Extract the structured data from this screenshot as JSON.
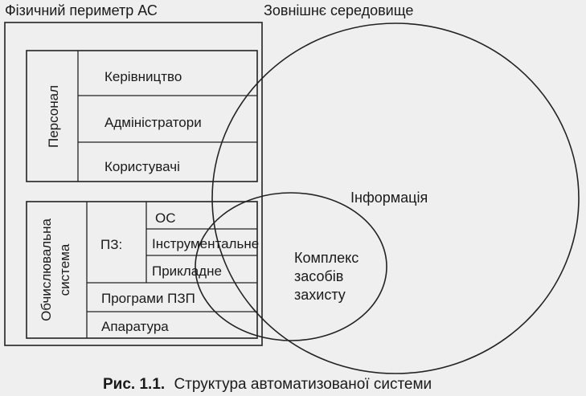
{
  "labels": {
    "physical_perimeter": "Фізичний периметр АС",
    "external_environment": "Зовнішнє середовище",
    "personnel": "Персонал",
    "management": "Керівництво",
    "administrators": "Адміністратори",
    "users": "Користувачі",
    "information": "Інформація",
    "computing_system_line1": "Обчислювальна",
    "computing_system_line2": "система",
    "software": "ПЗ:",
    "os": "ОС",
    "tool_software": "Інструментальне",
    "application_software": "Прикладне",
    "firmware": "Програми ПЗП",
    "hardware": "Апаратура",
    "protection_line1": "Комплекс",
    "protection_line2": "засобів",
    "protection_line3": "захисту"
  },
  "caption": {
    "number": "Рис. 1.1.",
    "text": "Структура автоматизованої системи"
  }
}
